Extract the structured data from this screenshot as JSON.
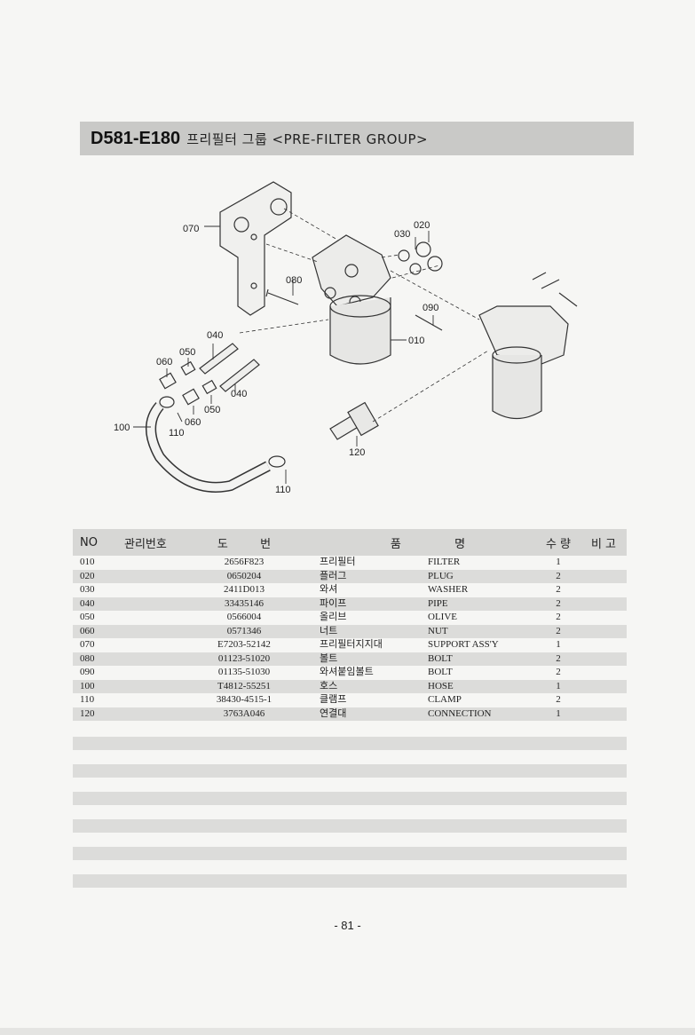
{
  "section": {
    "code": "D581-E180",
    "title": "프리필터 그룹 <PRE-FILTER  GROUP>"
  },
  "diagram": {
    "callouts": [
      "070",
      "080",
      "030",
      "020",
      "090",
      "010",
      "040",
      "050",
      "060",
      "040",
      "050",
      "060",
      "100",
      "110",
      "120",
      "110"
    ]
  },
  "table": {
    "headers": {
      "no": "NO",
      "control_number": "관리번호",
      "drawing_number_1": "도",
      "drawing_number_2": "번",
      "part_name_1": "품",
      "part_name_2": "명",
      "quantity": "수 량",
      "remarks": "비 고"
    },
    "rows": [
      {
        "no": "010",
        "drawing": "2656F823",
        "kr": "프리필터",
        "en": "FILTER",
        "qty": "1"
      },
      {
        "no": "020",
        "drawing": "0650204",
        "kr": "플러그",
        "en": "PLUG",
        "qty": "2"
      },
      {
        "no": "030",
        "drawing": "2411D013",
        "kr": "와셔",
        "en": "WASHER",
        "qty": "2"
      },
      {
        "no": "040",
        "drawing": "33435146",
        "kr": "파이프",
        "en": "PIPE",
        "qty": "2"
      },
      {
        "no": "050",
        "drawing": "0566004",
        "kr": "올리브",
        "en": "OLIVE",
        "qty": "2"
      },
      {
        "no": "060",
        "drawing": "0571346",
        "kr": "너트",
        "en": "NUT",
        "qty": "2"
      },
      {
        "no": "070",
        "drawing": "E7203-52142",
        "kr": "프리필터지지대",
        "en": "SUPPORT ASS'Y",
        "qty": "1"
      },
      {
        "no": "080",
        "drawing": "01123-51020",
        "kr": "볼트",
        "en": "BOLT",
        "qty": "2"
      },
      {
        "no": "090",
        "drawing": "01135-51030",
        "kr": "와셔붙임볼트",
        "en": "BOLT",
        "qty": "2"
      },
      {
        "no": "100",
        "drawing": "T4812-55251",
        "kr": "호스",
        "en": "HOSE",
        "qty": "1"
      },
      {
        "no": "110",
        "drawing": "38430-4515-1",
        "kr": "클램프",
        "en": "CLAMP",
        "qty": "2"
      },
      {
        "no": "120",
        "drawing": "3763A046",
        "kr": "연결대",
        "en": "CONNECTION",
        "qty": "1"
      }
    ]
  },
  "page_number": "- 81 -"
}
